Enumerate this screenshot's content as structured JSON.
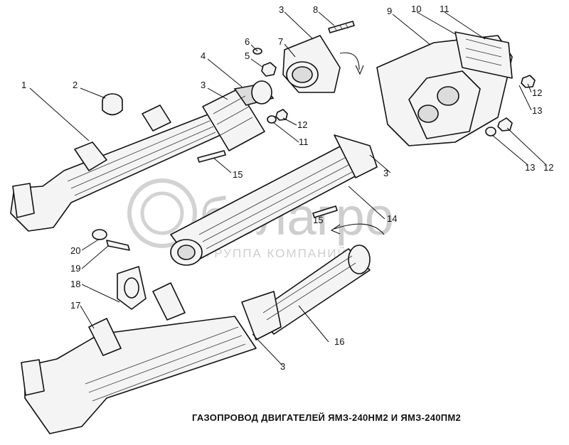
{
  "caption": "ГАЗОПРОВОД ДВИГАТЕЛЕЙ ЯМЗ-240НМ2 И ЯМЗ-240ПМ2",
  "watermark": {
    "brand": "белагро",
    "sub": "ГРУППА КОМПАНИЙ"
  },
  "callouts": [
    "1",
    "2",
    "3",
    "4",
    "3",
    "5",
    "6",
    "7",
    "3",
    "8",
    "9",
    "10",
    "11",
    "12",
    "13",
    "12",
    "13",
    "11",
    "12",
    "15",
    "3",
    "15",
    "14",
    "20",
    "19",
    "18",
    "17",
    "16",
    "3"
  ],
  "colors": {
    "line": "#111111",
    "watermark": "#c9c9c9",
    "background": "#ffffff"
  }
}
